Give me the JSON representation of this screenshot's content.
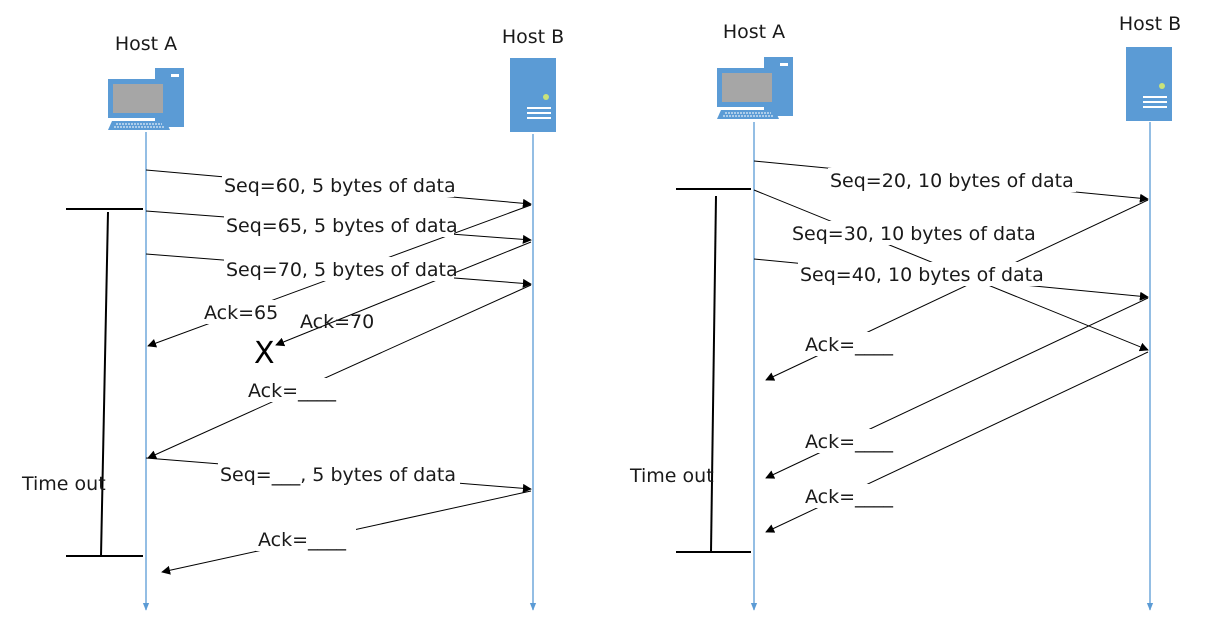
{
  "colors": {
    "lifeline": "#5b9bd5",
    "computer_body": "#5b9bd5",
    "server_body": "#5b9bd5",
    "screen": "#a6a6a6",
    "server_led": "#c9e27a"
  },
  "left": {
    "host_a_label": "Host A",
    "host_b_label": "Host B",
    "host_a_icon": "desktop-computer-icon",
    "host_b_icon": "server-icon",
    "messages": {
      "seq60": "Seq=60, 5 bytes of data",
      "seq65": "Seq=65, 5 bytes of data",
      "seq70": "Seq=70, 5 bytes of data",
      "ack65": "Ack=65",
      "ack70": "Ack=70",
      "lost_mark": "X",
      "ack_blank1": "Ack=____",
      "seq_retx": "Seq=___, 5 bytes of data",
      "ack_blank2": "Ack=____"
    },
    "timeout_label": "Time out"
  },
  "right": {
    "host_a_label": "Host A",
    "host_b_label": "Host B",
    "host_a_icon": "desktop-computer-icon",
    "host_b_icon": "server-icon",
    "messages": {
      "seq20": "Seq=20, 10 bytes of data",
      "seq30": "Seq=30, 10 bytes of data",
      "seq40": "Seq=40, 10 bytes of data",
      "ack_blank1": "Ack=____",
      "ack_blank2": "Ack=____",
      "ack_blank3": "Ack=____"
    },
    "timeout_label": "Time out"
  }
}
